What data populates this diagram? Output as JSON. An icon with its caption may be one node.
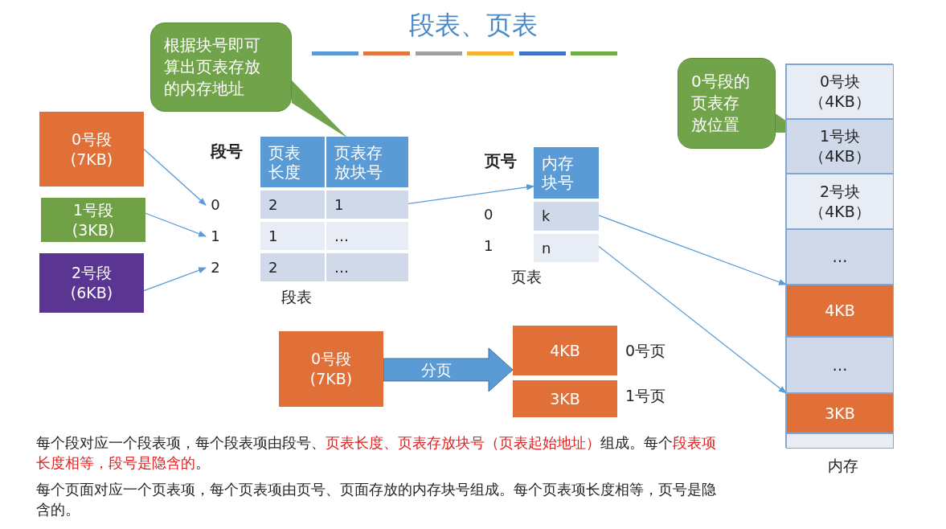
{
  "diagram": {
    "title": "段表、页表",
    "nodes": [
      {
        "text": [
          "0号段",
          "(7KB)"
        ]
      },
      {
        "text": [
          "1号段",
          "(3KB)"
        ]
      },
      {
        "text": [
          "2号段",
          "(6KB)"
        ]
      },
      {
        "text": [
          "0"
        ]
      },
      {
        "text": [
          "1"
        ]
      },
      {
        "text": [
          "2"
        ]
      },
      {
        "text": [],
        "shape": "box",
        "beside": [
          "段表"
        ]
      },
      {
        "text": [
          "页表长度"
        ],
        "in": 6
      },
      {
        "text": [
          "页表存放块号"
        ],
        "in": 6
      },
      {
        "text": [
          "2"
        ],
        "in": 6
      },
      {
        "text": [
          "1"
        ],
        "in": 6
      },
      {
        "text": [
          "1"
        ],
        "in": 6
      },
      {
        "text": [
          "…"
        ],
        "in": 6
      },
      {
        "text": [
          "2"
        ],
        "in": 6
      },
      {
        "text": [
          "…"
        ],
        "in": 6
      },
      {
        "text": [
          "根据块号即可算出页表存放的内存地址"
        ]
      },
      {
        "text": [],
        "shape": "box",
        "beside": [
          "页表"
        ]
      },
      {
        "text": [
          "内存块号"
        ],
        "in": 16
      },
      {
        "text": [
          "k"
        ],
        "in": 16
      },
      {
        "text": [
          "n"
        ],
        "in": 16
      },
      {
        "text": [
          "0号段的页表存放位置"
        ]
      },
      {
        "text": [],
        "shape": "box",
        "beside": [
          "内存"
        ]
      },
      {
        "text": [
          "0号块",
          "（4KB）"
        ],
        "in": 21
      },
      {
        "text": [
          "1号块",
          "（4KB）"
        ],
        "in": 21
      },
      {
        "text": [
          "2号块",
          "（4KB）"
        ],
        "in": 21
      },
      {
        "text": [
          "…"
        ],
        "in": 21
      },
      {
        "text": [
          "4KB"
        ],
        "in": 21
      },
      {
        "text": [
          "…"
        ],
        "in": 21
      },
      {
        "text": [
          "3KB"
        ],
        "in": 21
      },
      {
        "text": [],
        "shape": "box",
        "in": 21
      },
      {
        "text": [
          "0号段",
          "(7KB)"
        ]
      },
      {
        "text": [
          "4KB"
        ],
        "beside": [
          "0号页"
        ]
      },
      {
        "text": [
          "3KB"
        ],
        "beside": [
          "1号页"
        ]
      }
    ],
    "edges": [
      {
        "from": 0,
        "to": 3,
        "arrow": "to"
      },
      {
        "from": 1,
        "to": 4,
        "arrow": "to"
      },
      {
        "from": 2,
        "to": 5,
        "arrow": "to"
      },
      {
        "from": 10,
        "to": 16,
        "arrow": "to"
      },
      {
        "from": 18,
        "to": 25,
        "arrow": "to"
      },
      {
        "from": 19,
        "to": 28,
        "arrow": "to"
      },
      {
        "from": 30,
        "to": 31,
        "arrow": "to",
        "label": "分页",
        "style": "thick"
      }
    ],
    "labels": [
      "段号",
      "页号",
      "0",
      "1",
      "每个段对应一个段表项，每个段表项由段号、**页表长度、页表存放块号（页表起始地址）**组成。每个**段表项长度相等，段号是隐含的**。",
      "每个页面对应一个页表项，每个页表项由页号、页面存放的内存块号组成。每个页表项长度相等，页号是隐含的。"
    ]
  }
}
